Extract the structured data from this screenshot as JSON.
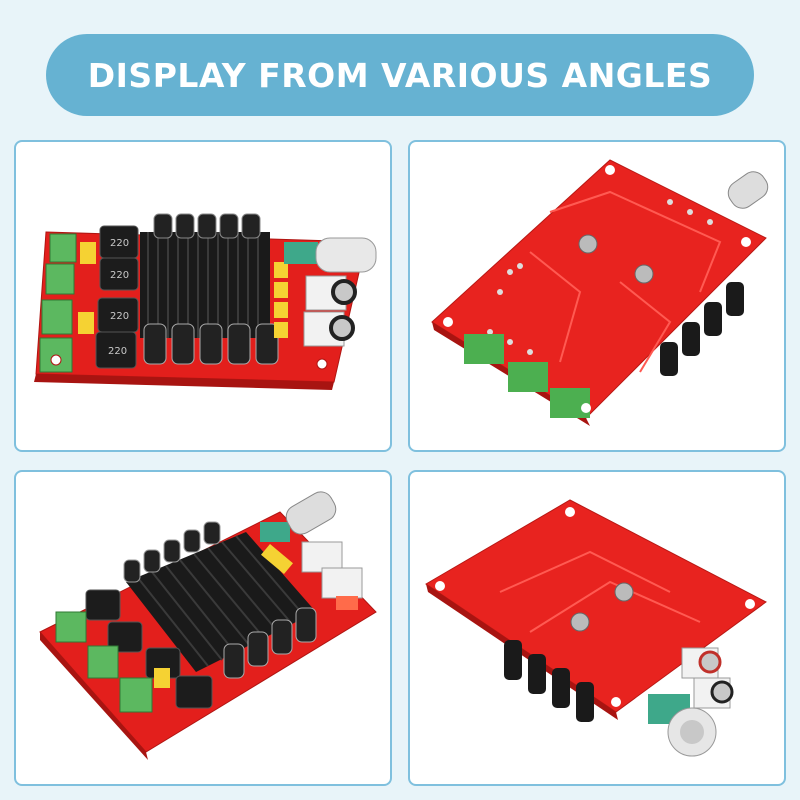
{
  "banner": {
    "title": "DISPLAY FROM VARIOUS ANGLES"
  },
  "colors": {
    "background": "#e8f4f9",
    "banner": "#66b2d2",
    "panel_border": "#7fc0de",
    "pcb_red": "#e8231f",
    "heatsink": "#1a1a1a",
    "terminal_green": "#4caf50"
  },
  "photos": [
    {
      "name": "top-front-view"
    },
    {
      "name": "bottom-rear-view"
    },
    {
      "name": "top-angled-view"
    },
    {
      "name": "bottom-angled-view"
    }
  ],
  "inductor_label": "220"
}
